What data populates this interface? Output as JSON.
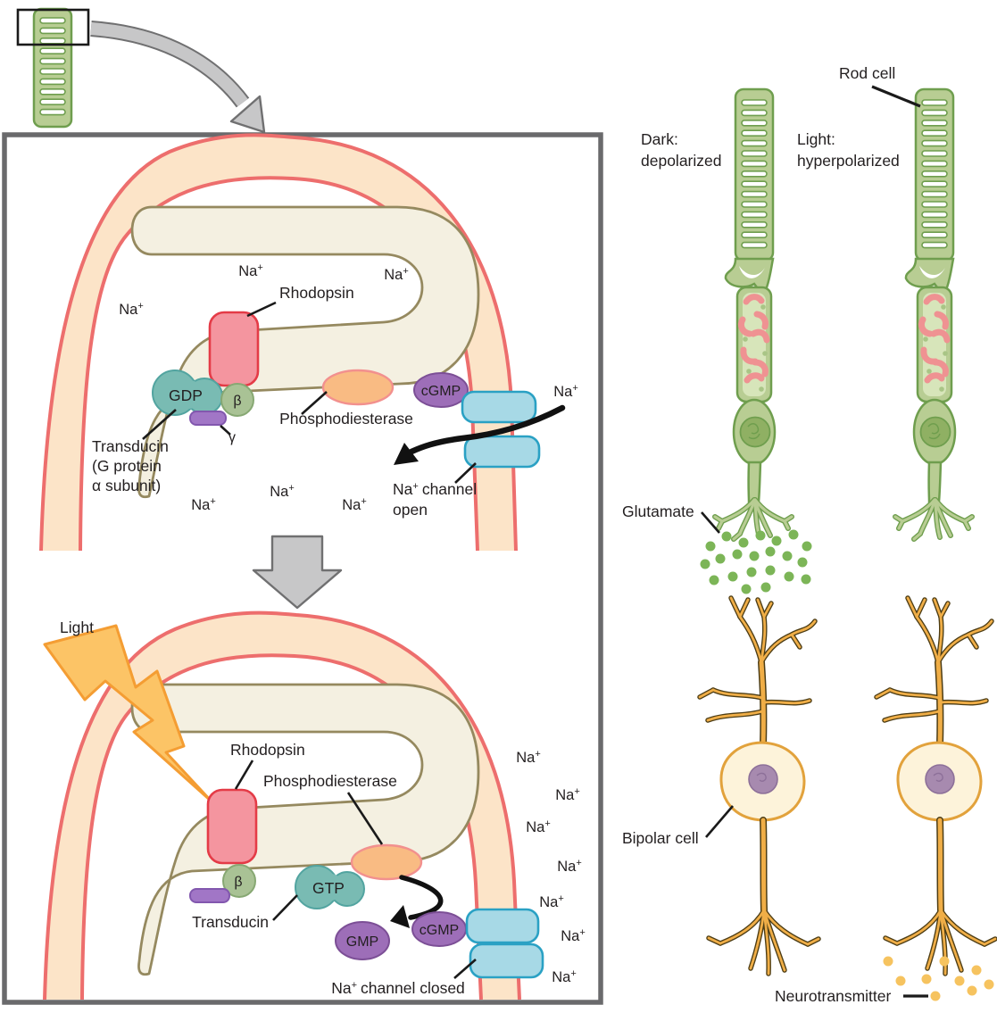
{
  "colors": {
    "text": "#231f20",
    "panel_border": "#6a6a6c",
    "mem_fill": "#fce4c8",
    "mem_stroke": "#ed6e6d",
    "disc_fill": "#f4f0e1",
    "disc_stroke": "#95895f",
    "rho_fill": "#f4959f",
    "rho_stroke": "#e43b47",
    "transducin_fill": "#79bbb3",
    "transducin_stroke": "#52a4a0",
    "beta_fill": "#a9c295",
    "beta_stroke": "#87a873",
    "gamma_fill": "#a176c6",
    "gamma_stroke": "#8257ae",
    "pde_fill": "#f9bb83",
    "pde_stroke": "#f2908e",
    "nucleotide_fill": "#9d6eb8",
    "nucleotide_stroke": "#7c4f96",
    "channel_fill": "#a7d9e6",
    "channel_stroke": "#2aa1c4",
    "bolt_fill": "#fcc466",
    "bolt_stroke": "#f49d33",
    "gray_fill": "#c7c7c8",
    "gray_stroke": "#707071",
    "rod_fill": "#b8cd93",
    "rod_stroke": "#6f9e4e",
    "mito": "#ef9292",
    "rod_nucleus": "#8fb063",
    "glut": "#7cb557",
    "bip_fill": "#fdf3da",
    "bip_outline": "#e2a23c",
    "branch_fill": "#f0ae47",
    "branch_outline": "#4d3d15",
    "pnuc_fill": "#a78aaf",
    "pnuc_stroke": "#8d7099",
    "nt": "#f6c35f"
  },
  "labels": {
    "na": "Na",
    "plus": "+",
    "rhodopsin": "Rhodopsin",
    "gdp": "GDP",
    "gtp": "GTP",
    "gmp": "GMP",
    "cgmp": "cGMP",
    "beta": "β",
    "gamma": "γ",
    "transducin": "Transducin",
    "transducin_l2": "(G protein",
    "transducin_l3": "α subunit)",
    "phosphodiesterase": "Phosphodiesterase",
    "channel": "channel",
    "open": "open",
    "channel_closed": "channel closed",
    "light_flash": "Light",
    "rod_cell": "Rod cell",
    "dark_l1": "Dark:",
    "dark_l2": "depolarized",
    "light_l1": "Light:",
    "light_l2": "hyperpolarized",
    "glutamate": "Glutamate",
    "bipolar_cell": "Bipolar cell",
    "neurotransmitter": "Neurotransmitter"
  }
}
